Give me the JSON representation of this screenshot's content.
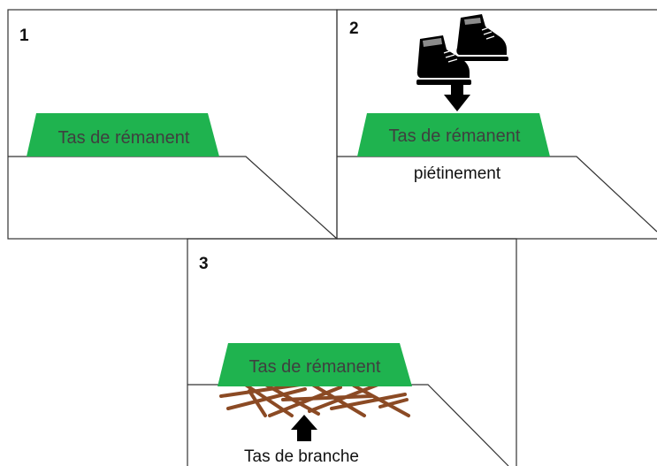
{
  "colors": {
    "pile_fill": "#1fb34f",
    "pile_text": "#3f3f3f",
    "branches": "#8b4a24",
    "outline": "#222222",
    "arrow": "#000000"
  },
  "panels": [
    {
      "number": "1",
      "pile_label": "Tas de rémanent"
    },
    {
      "number": "2",
      "pile_label": "Tas de rémanent",
      "caption": "piétinement",
      "icon": "boots-icon"
    },
    {
      "number": "3",
      "pile_label": "Tas de rémanent",
      "caption": "Tas de branche",
      "icon": "branches"
    }
  ]
}
